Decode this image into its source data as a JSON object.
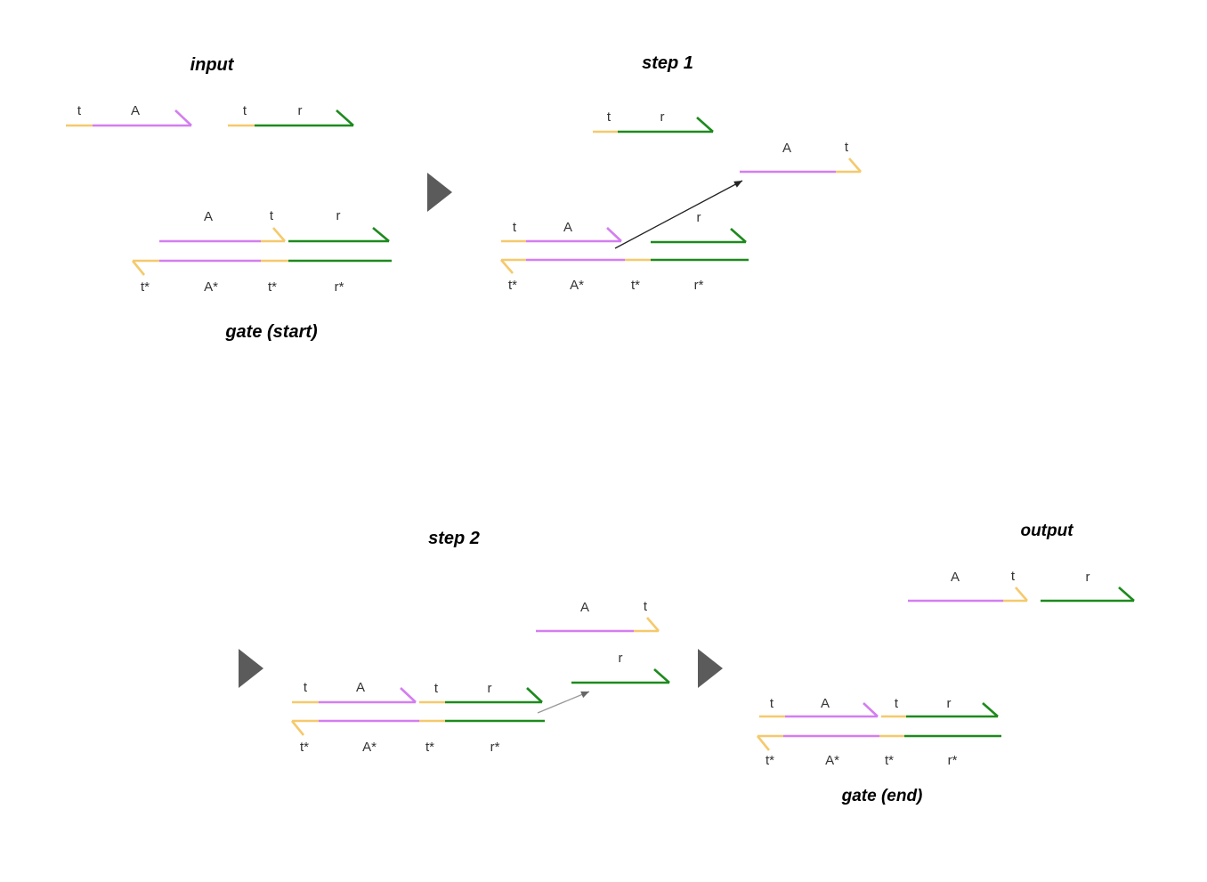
{
  "colors": {
    "toehold": "#f5c96c",
    "A": "#d47ef0",
    "r": "#1d8a1d",
    "arrow": "#222222",
    "arrow_light": "#999999",
    "play": "#5b5b5b"
  },
  "titles": {
    "input": "input",
    "step1": "step 1",
    "step2": "step 2",
    "output": "output"
  },
  "captions": {
    "gate_start": "gate (start)",
    "gate_end": "gate (end)"
  },
  "domains": {
    "t": "t",
    "A": "A",
    "r": "r",
    "t_star": "t*",
    "A_star": "A*",
    "r_star": "r*"
  },
  "icons": [
    "play-arrow-icon",
    "play-arrow-icon",
    "play-arrow-icon"
  ]
}
